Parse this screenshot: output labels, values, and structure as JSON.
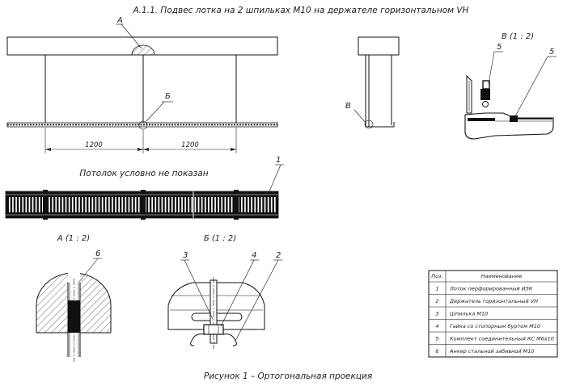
{
  "title": "А.1.1. Подвес лотка на 2 шпильках М10 на держателе горизонтальном VH",
  "caption": "Рисунок 1 – Ортогональная проекция",
  "note": "Потолок условно не показан",
  "views": {
    "a_label": "А",
    "b_label": "Б",
    "v_label": "В",
    "a_title": "А (1 : 2)",
    "b_title": "Б (1 : 2)",
    "v_title": "В (1 : 2)"
  },
  "dimensions": [
    "1200",
    "1200"
  ],
  "callouts": {
    "one": "1",
    "two": "2",
    "three": "3",
    "four": "4",
    "five_a": "5",
    "five_b": "5",
    "six": "6"
  },
  "parts_table": {
    "headers": [
      "Поз.",
      "Наименование"
    ],
    "rows": [
      [
        "1",
        "Лоток перфорированный ИЗК"
      ],
      [
        "2",
        "Держатель горизонтальный VH"
      ],
      [
        "3",
        "Шпилька М10"
      ],
      [
        "4",
        "Гайка со стопорным буртом М10"
      ],
      [
        "5",
        "Комплект соединительный КС М6х10"
      ],
      [
        "6",
        "Анкер стальной забивной М10"
      ]
    ]
  }
}
